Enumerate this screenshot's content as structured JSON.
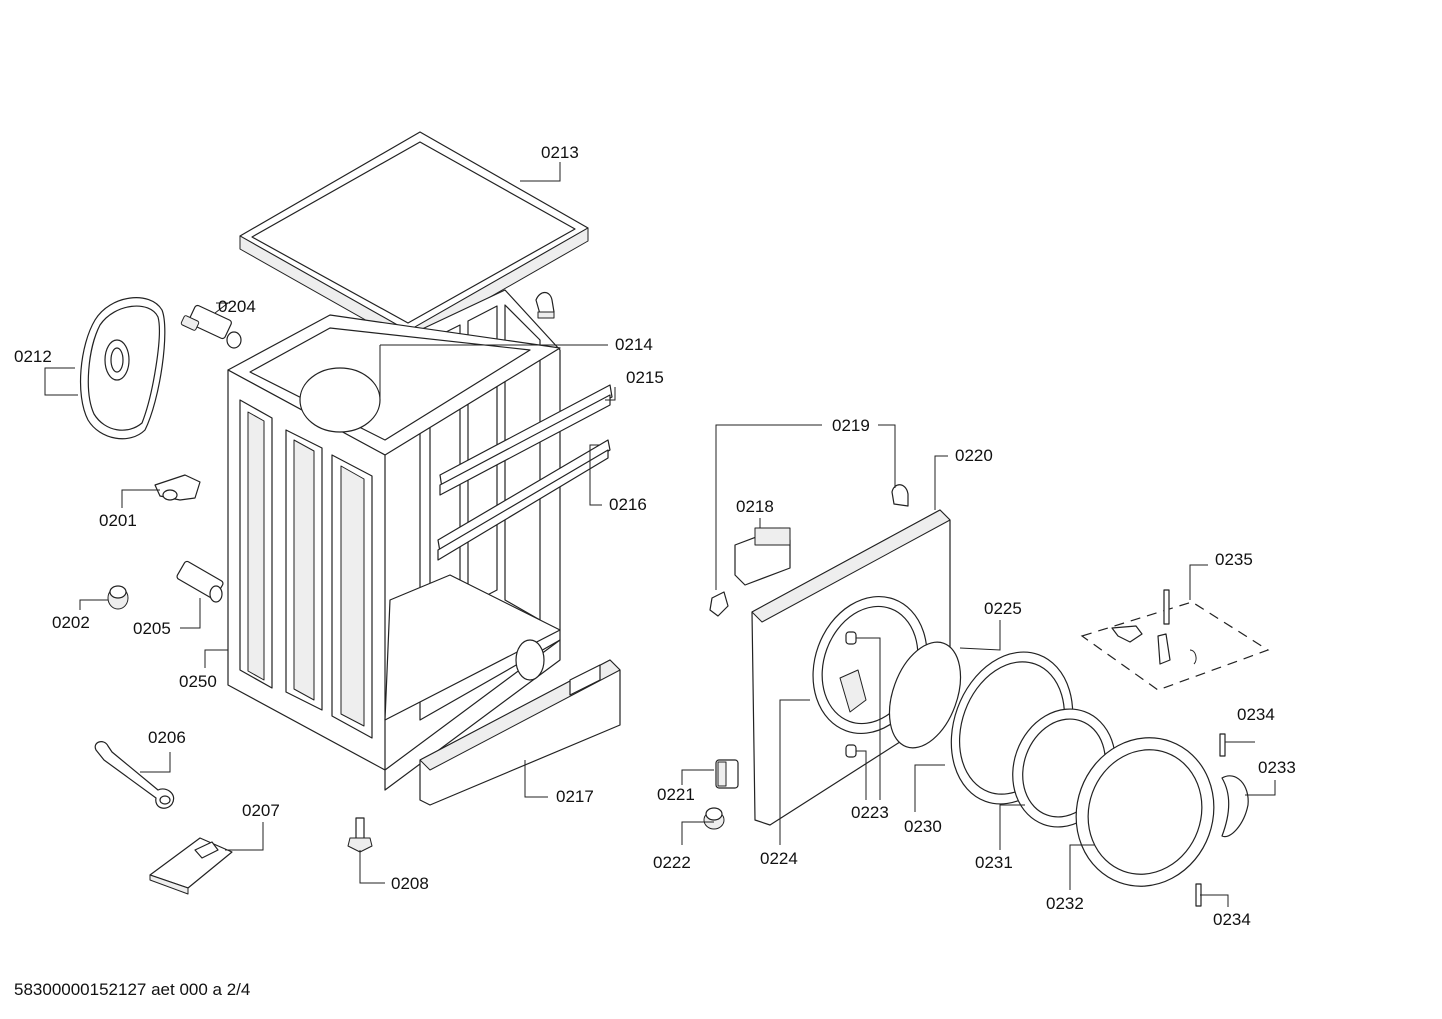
{
  "labels": {
    "l0213": "0213",
    "l0204": "0204",
    "l0212": "0212",
    "l0214": "0214",
    "l0215": "0215",
    "l0201": "0201",
    "l0216": "0216",
    "l0202": "0202",
    "l0205": "0205",
    "l0250": "0250",
    "l0206": "0206",
    "l0207": "0207",
    "l0217": "0217",
    "l0208": "0208",
    "l0219": "0219",
    "l0220": "0220",
    "l0218": "0218",
    "l0235": "0235",
    "l0225": "0225",
    "l0234a": "0234",
    "l0233": "0233",
    "l0221": "0221",
    "l0223": "0223",
    "l0230": "0230",
    "l0222": "0222",
    "l0224": "0224",
    "l0231": "0231",
    "l0232": "0232",
    "l0234b": "0234"
  },
  "footer": "58300000152127 aet 000 a 2/4"
}
